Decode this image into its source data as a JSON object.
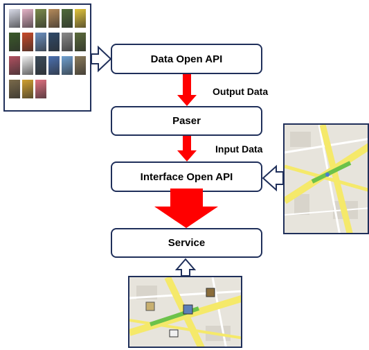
{
  "diagram": {
    "nodes": {
      "data_open_api": "Data Open API",
      "parser": "Paser",
      "interface_open_api": "Interface Open API",
      "service": "Service"
    },
    "edge_labels": {
      "output_data": "Output Data",
      "input_data": "Input Data"
    }
  },
  "colors": {
    "box_border": "#1f2f5a",
    "flow_arrow": "#ff0000",
    "input_arrow_outline": "#1f2f5a",
    "map_road_major": "#f5e96a",
    "map_route": "#6cc24a",
    "map_background": "#e7e4dc"
  },
  "images": {
    "photo_grid": {
      "rows": 4,
      "cols": 6,
      "count": 21,
      "subject": "flower photos"
    },
    "map_right": {
      "subject": "street map with highlighted route"
    },
    "map_bottom": {
      "subject": "street map with highlighted route and photo markers"
    }
  }
}
